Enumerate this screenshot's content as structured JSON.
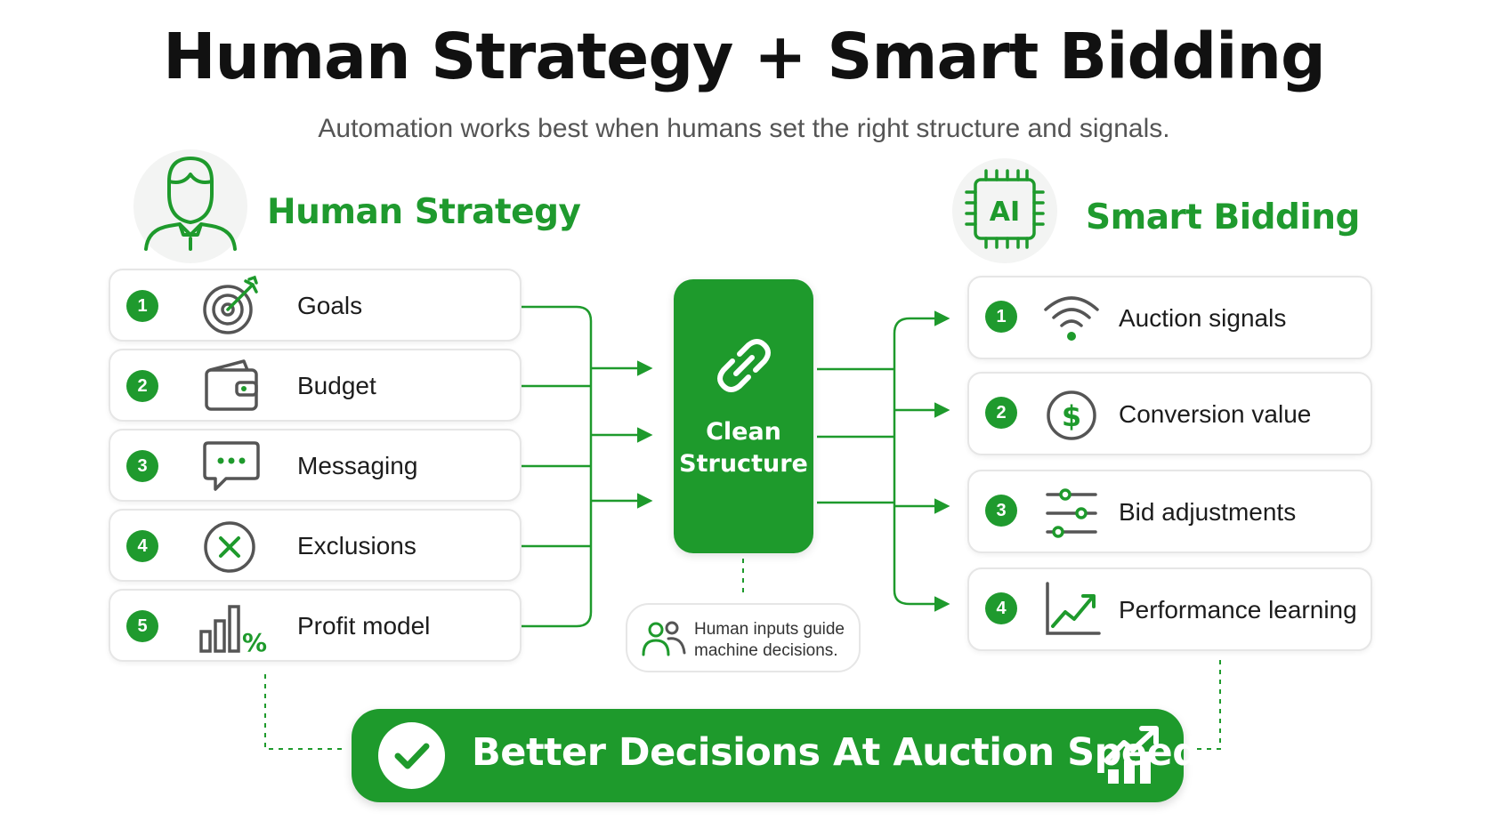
{
  "title": "Human Strategy + Smart Bidding",
  "subtitle": "Automation works best when humans set the right structure and signals.",
  "colors": {
    "accent": "#1e9a2c",
    "accent_text": "#1f9a2e",
    "card_border": "#e6e6e6",
    "icon_gray": "#555555"
  },
  "human_strategy": {
    "heading": "Human Strategy",
    "icon": "person-icon",
    "items": [
      {
        "number": "1",
        "label": "Goals",
        "icon": "target-icon"
      },
      {
        "number": "2",
        "label": "Budget",
        "icon": "wallet-icon"
      },
      {
        "number": "3",
        "label": "Messaging",
        "icon": "chat-bubble-icon"
      },
      {
        "number": "4",
        "label": "Exclusions",
        "icon": "x-circle-icon"
      },
      {
        "number": "5",
        "label": "Profit model",
        "icon": "bar-percent-icon"
      }
    ]
  },
  "center": {
    "line1": "Clean",
    "line2": "Structure",
    "icon": "link-icon"
  },
  "note": {
    "line1": "Human inputs guide",
    "line2": "machine decisions.",
    "icon": "people-icon"
  },
  "smart_bidding": {
    "heading": "Smart Bidding",
    "icon_text": "AI",
    "icon": "ai-chip-icon",
    "items": [
      {
        "number": "1",
        "label": "Auction signals",
        "icon": "wifi-signal-icon"
      },
      {
        "number": "2",
        "label": "Conversion value",
        "icon": "dollar-circle-icon"
      },
      {
        "number": "3",
        "label": "Bid adjustments",
        "icon": "sliders-icon"
      },
      {
        "number": "4",
        "label": "Performance learning",
        "icon": "trend-chart-icon"
      }
    ]
  },
  "banner": {
    "text": "Better Decisions At Auction Speed",
    "icon_left": "check-circle-icon",
    "icon_right": "growth-chart-icon"
  }
}
